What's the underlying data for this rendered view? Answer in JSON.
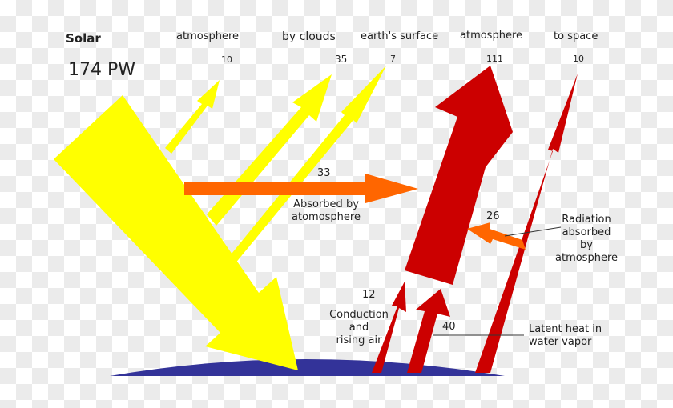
{
  "title": "Solar",
  "total": "174 PW",
  "headers": {
    "reflected_atmosphere": "atmosphere",
    "reflected_clouds": "by clouds",
    "reflected_surface": "earth's surface",
    "emitted_atmosphere": "atmosphere",
    "emitted_space": "to space"
  },
  "values": {
    "reflected_atmosphere": "10",
    "reflected_clouds": "35",
    "reflected_surface": "7",
    "emitted_atmosphere": "111",
    "emitted_space": "10",
    "absorbed_atmosphere": "33",
    "radiation_absorbed": "26",
    "conduction": "12",
    "latent_heat": "40"
  },
  "annotations": {
    "absorbed_atmosphere_line1": "Absorbed by",
    "absorbed_atmosphere_line2": "atomosphere",
    "radiation_line1": "Radiation",
    "radiation_line2": "absorbed",
    "radiation_line3": "by",
    "radiation_line4": "atmosphere",
    "conduction_line1": "Conduction",
    "conduction_line2": "and",
    "conduction_line3": "rising air",
    "latent_line1": "Latent heat in",
    "latent_line2": "water vapor"
  },
  "colors": {
    "solar": "#ffff00",
    "absorbed": "#ff6600",
    "emitted": "#cc0000",
    "earth": "#333399"
  }
}
